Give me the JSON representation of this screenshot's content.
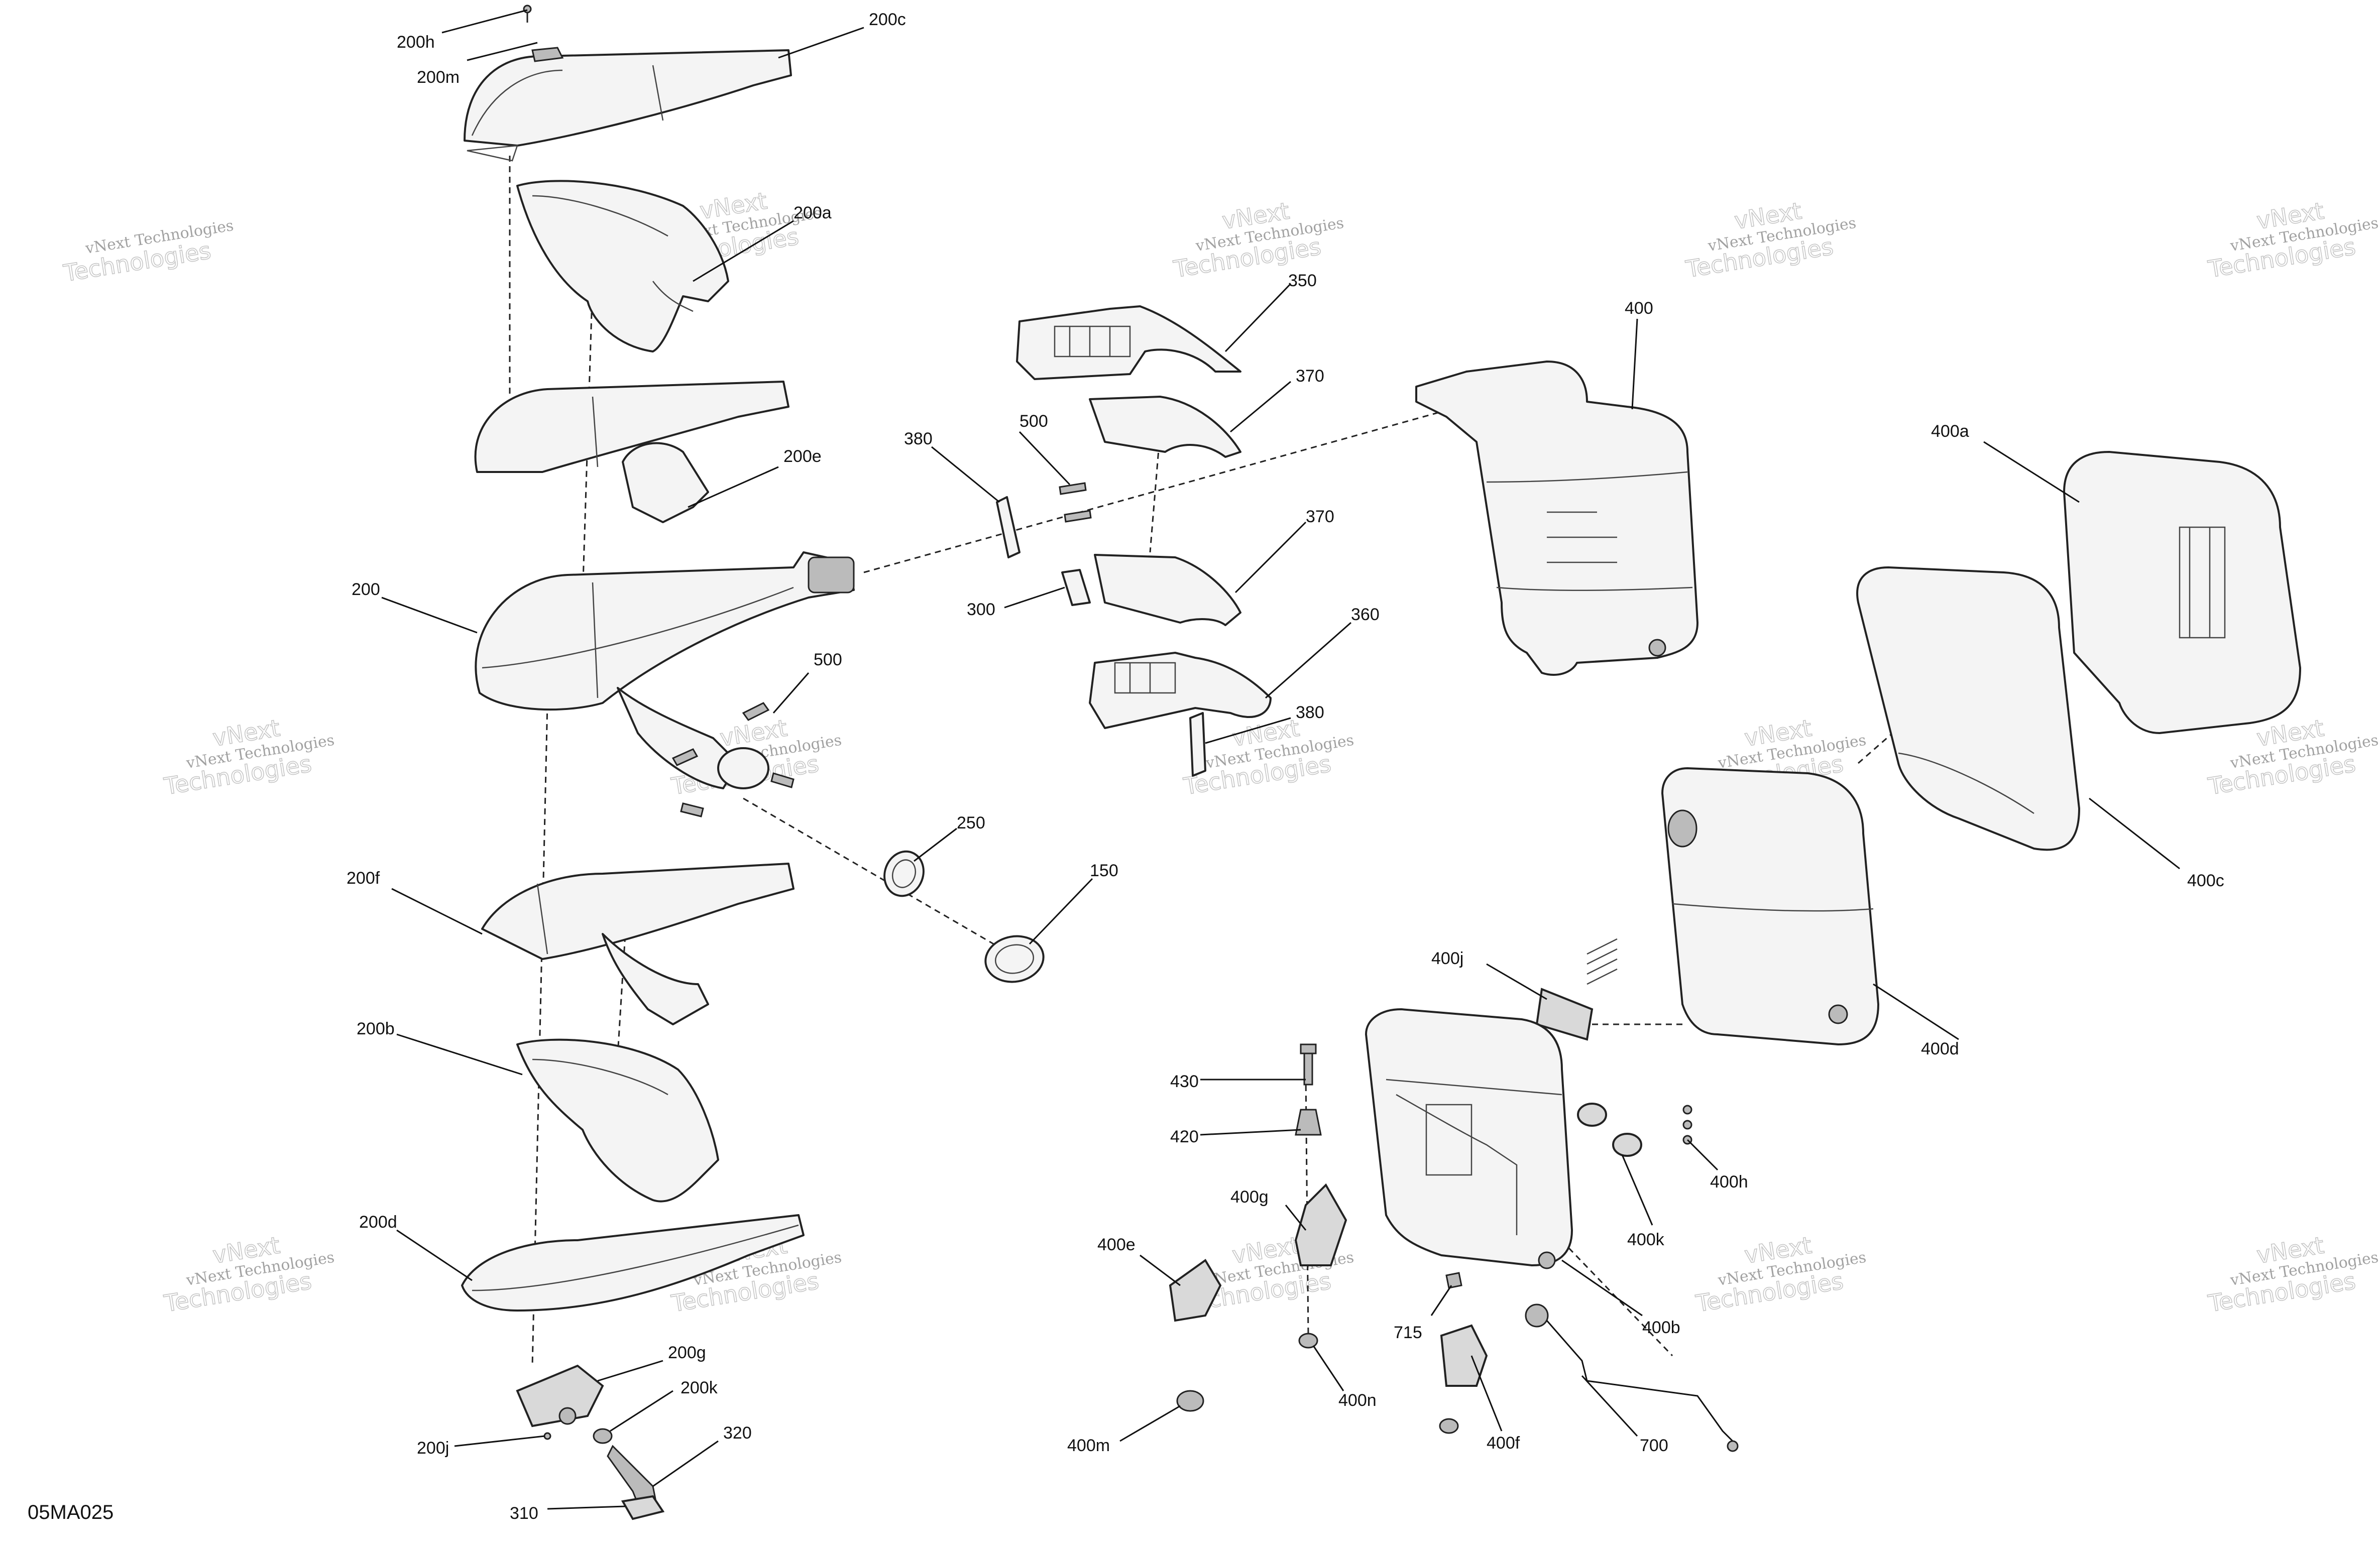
{
  "drawing_code": "05MA025",
  "watermark": {
    "line1": "vNext Technologies",
    "line2": "Technologies",
    "line0": "vNext"
  },
  "callouts": {
    "c200h": "200h",
    "c200m": "200m",
    "c200c": "200c",
    "c200a": "200a",
    "c200e": "200e",
    "c200": "200",
    "c500a": "500",
    "c200f": "200f",
    "c200b": "200b",
    "c200d": "200d",
    "c200g": "200g",
    "c200k": "200k",
    "c200j": "200j",
    "c320": "320",
    "c310": "310",
    "c350": "350",
    "c370a": "370",
    "c380a": "380",
    "c500b": "500",
    "c370b": "370",
    "c300": "300",
    "c360": "360",
    "c380b": "380",
    "c250": "250",
    "c150": "150",
    "c400": "400",
    "c400a": "400a",
    "c400c": "400c",
    "c400d": "400d",
    "c400j": "400j",
    "c430": "430",
    "c420": "420",
    "c400g": "400g",
    "c400e": "400e",
    "c400h": "400h",
    "c400k": "400k",
    "c400b": "400b",
    "c715": "715",
    "c400n": "400n",
    "c400m": "400m",
    "c400f": "400f",
    "c700": "700"
  }
}
